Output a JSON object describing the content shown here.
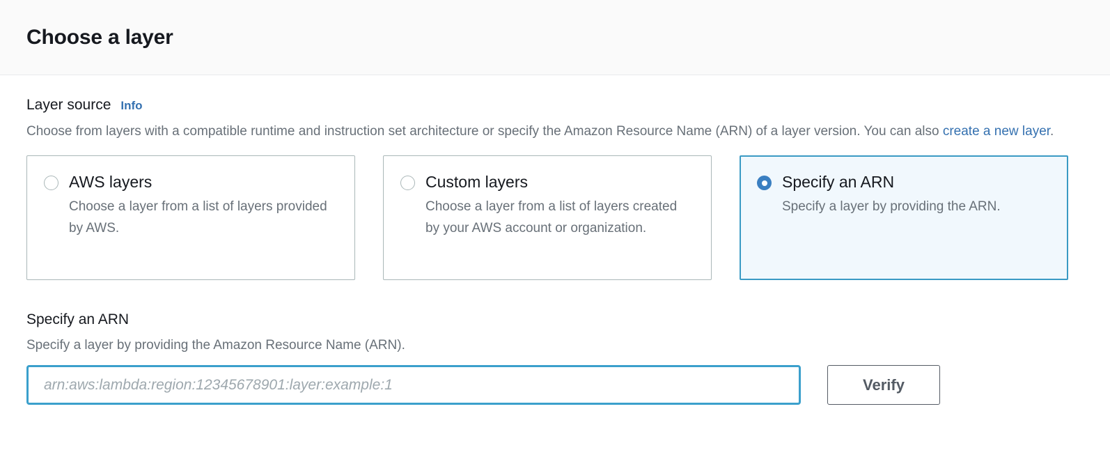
{
  "dialog": {
    "title": "Choose a layer"
  },
  "layer_source": {
    "label": "Layer source",
    "info_label": "Info",
    "description_part1": "Choose from layers with a compatible runtime and instruction set architecture or specify the Amazon Resource Name (ARN) of a layer version. You can also ",
    "description_link": "create a new layer",
    "description_part2": ".",
    "options": [
      {
        "label": "AWS layers",
        "description": "Choose a layer from a list of layers provided by AWS.",
        "selected": false
      },
      {
        "label": "Custom layers",
        "description": "Choose a layer from a list of layers created by your AWS account or organization.",
        "selected": false
      },
      {
        "label": "Specify an ARN",
        "description": "Specify a layer by providing the ARN.",
        "selected": true
      }
    ]
  },
  "arn_section": {
    "title": "Specify an ARN",
    "description": "Specify a layer by providing the Amazon Resource Name (ARN).",
    "input_value": "",
    "input_placeholder": "arn:aws:lambda:region:12345678901:layer:example:1",
    "verify_label": "Verify"
  },
  "colors": {
    "accent_blue": "#3571b0",
    "selected_border": "#3a9ac4",
    "selected_fill": "#f1f8fd",
    "radio_checked": "#3a7fc1",
    "focus_border": "#3ba0cc",
    "button_border": "#545b64",
    "text_primary": "#16191f",
    "text_secondary": "#687078",
    "header_bg": "#fafafa"
  }
}
